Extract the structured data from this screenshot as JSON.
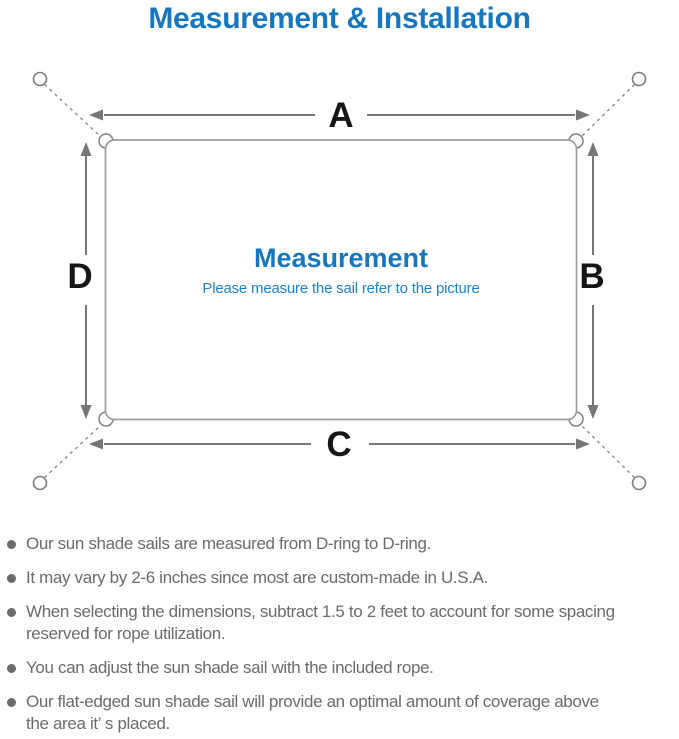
{
  "header": {
    "title": "Measurement & Installation"
  },
  "diagram": {
    "label_top": "A",
    "label_right": "B",
    "label_bottom": "C",
    "label_left": "D",
    "center_title": "Measurement",
    "center_subtitle": "Please measure the sail refer to the picture"
  },
  "bullets": {
    "items": [
      {
        "text": "Our sun shade sails are measured from D-ring to D-ring."
      },
      {
        "text": "It may vary by 2-6 inches since most are custom-made in U.S.A."
      },
      {
        "text": "When selecting the dimensions, subtract 1.5 to 2 feet to account for some spacing\nreserved for rope utilization."
      },
      {
        "text": "You can adjust the sun shade sail with the included rope."
      },
      {
        "text": "Our flat-edged sun shade sail will provide an optimal amount of coverage above\nthe area it’ s placed."
      }
    ]
  },
  "colors": {
    "accent_blue": "#1777be",
    "subtitle_blue": "#2181c5",
    "text_gray": "#6b6b6b",
    "line_gray": "#767676"
  }
}
